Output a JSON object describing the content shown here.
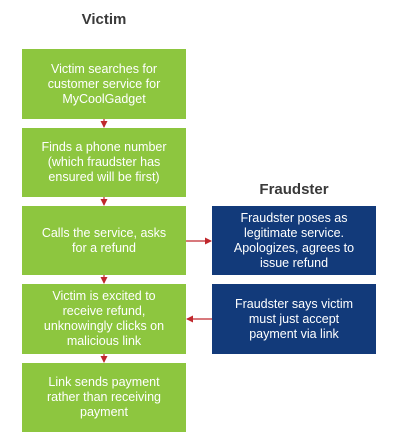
{
  "victim": {
    "title": "Victim",
    "steps": [
      "Victim searches for\ncustomer service for\nMyCoolGadget",
      "Finds a phone number\n(which fraudster has\nensured will be first)",
      "Calls the service, asks\nfor a refund",
      "Victim is excited to\nreceive refund,\nunknowingly clicks on\nmalicious link",
      "Link sends payment\nrather than receiving\npayment"
    ]
  },
  "fraudster": {
    "title": "Fraudster",
    "steps": [
      "Fraudster poses as\nlegitimate service.\nApologizes, agrees to\nissue refund",
      "Fraudster says victim\nmust just accept\npayment via link"
    ]
  },
  "colors": {
    "victim_box": "#8dc63f",
    "fraudster_box": "#123a7a",
    "arrow": "#c0282d"
  }
}
